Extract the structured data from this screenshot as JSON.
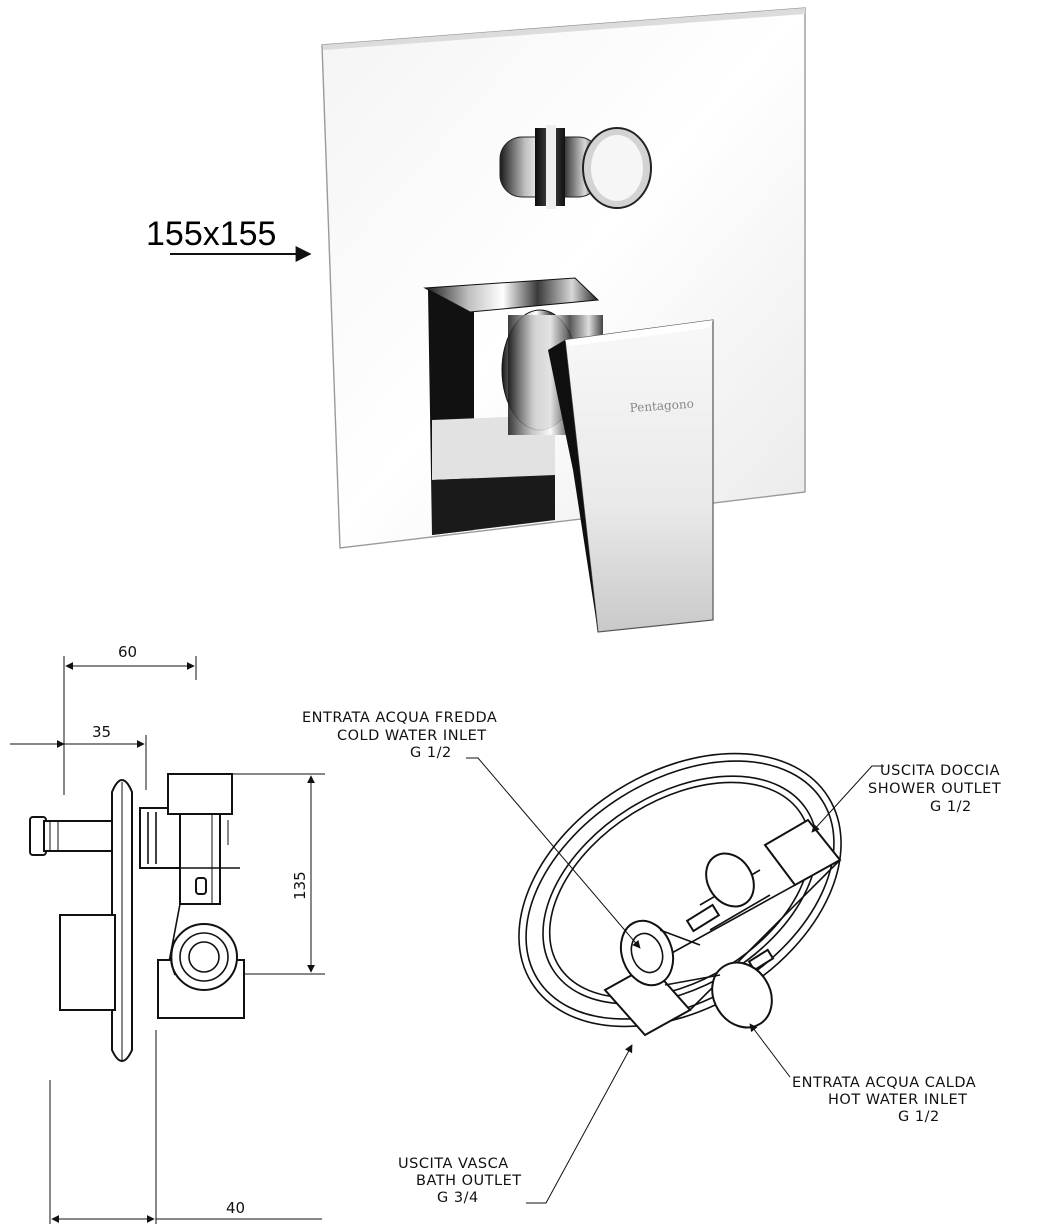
{
  "product_photo": {
    "size_label": "155x155",
    "brand_mark": "Pentagono"
  },
  "side_view": {
    "dim_top": "60",
    "dim_mid": "35",
    "dim_height": "135",
    "dim_bottom": "40"
  },
  "callouts": {
    "cold": [
      "ENTRATA ACQUA FREDDA",
      "COLD WATER INLET",
      "G 1/2"
    ],
    "shower": [
      "USCITA DOCCIA",
      "SHOWER OUTLET",
      "G 1/2"
    ],
    "hot": [
      "ENTRATA  ACQUA CALDA",
      "HOT WATER INLET",
      "G 1/2"
    ],
    "bath": [
      "USCITA VASCA",
      "BATH OUTLET",
      "G 3/4"
    ]
  }
}
